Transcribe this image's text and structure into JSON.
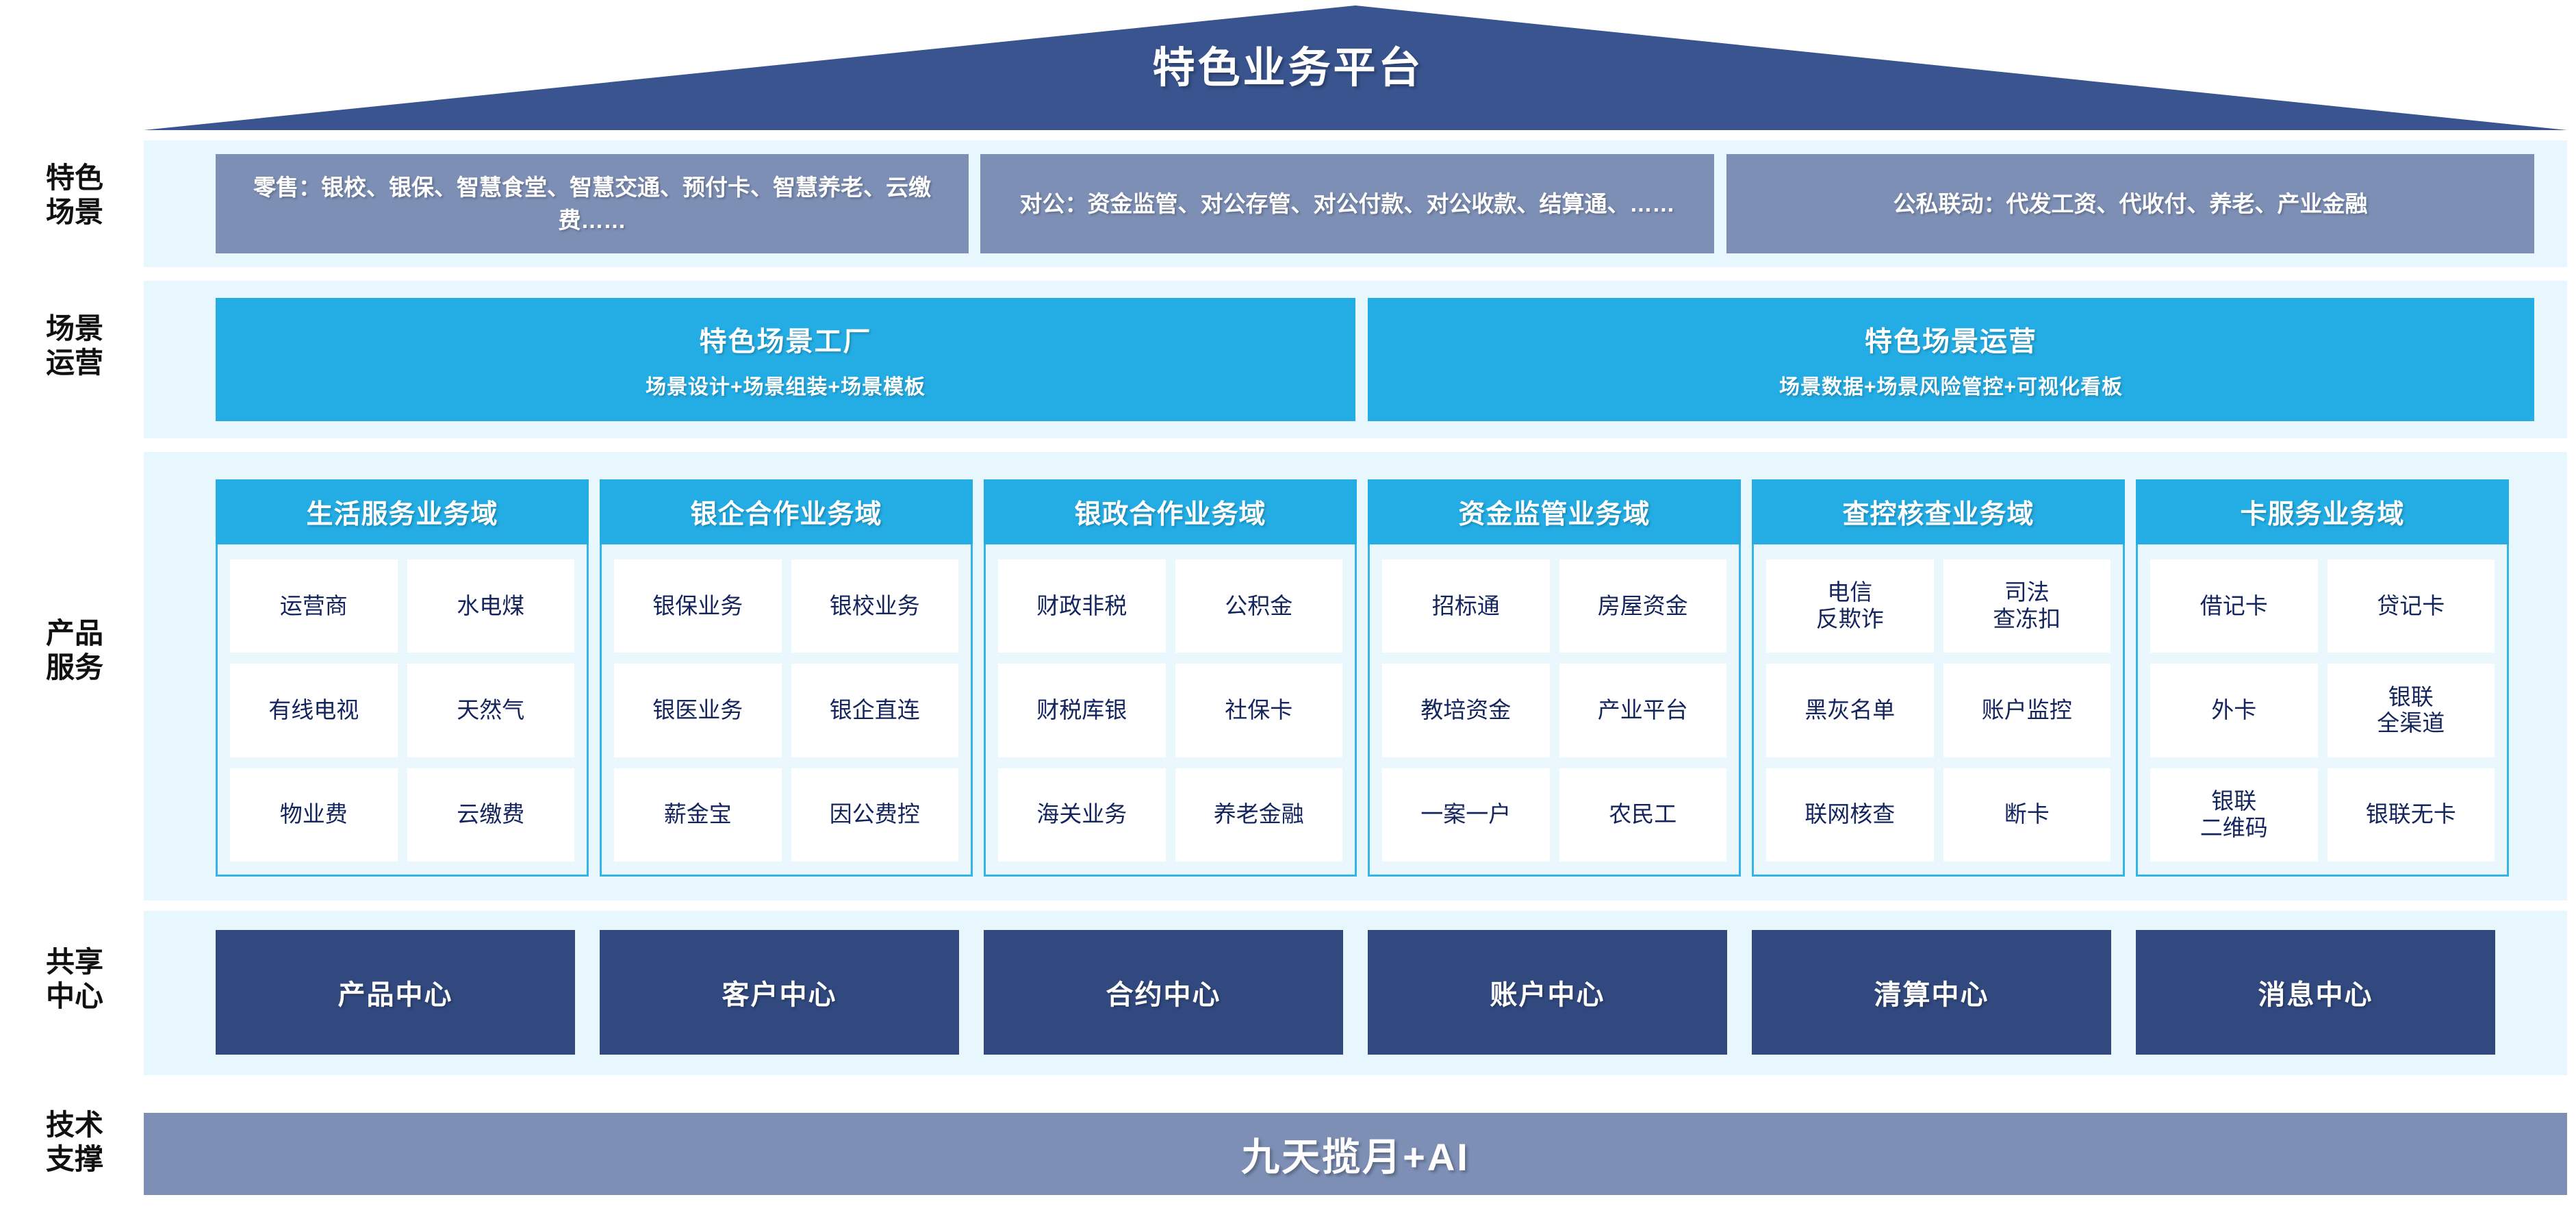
{
  "header": {
    "title": "特色业务平台"
  },
  "colors": {
    "roof": "#39548f",
    "scene_box": "#7d8fb5",
    "cyan": "#23ade4",
    "band": "#e8f6fd",
    "center": "#31497f",
    "tech": "#7d8fb5",
    "cell_text": "#14255e"
  },
  "rows": {
    "scene": {
      "label": "特色\n场景",
      "boxes": [
        {
          "text": "零售：银校、银保、智慧食堂、智慧交通、预付卡、智慧养老、云缴费……"
        },
        {
          "text": "对公：资金监管、对公存管、对公付款、对公收款、结算通、……"
        },
        {
          "text": "公私联动：代发工资、代收付、养老、产业金融"
        }
      ]
    },
    "operation": {
      "label": "场景\n运营",
      "boxes": [
        {
          "title": "特色场景工厂",
          "subtitle": "场景设计+场景组装+场景模板"
        },
        {
          "title": "特色场景运营",
          "subtitle": "场景数据+场景风险管控+可视化看板"
        }
      ]
    },
    "product": {
      "label": "产品\n服务",
      "domains": [
        {
          "title": "生活服务业务域",
          "cells": [
            "运营商",
            "水电煤",
            "有线电视",
            "天然气",
            "物业费",
            "云缴费"
          ]
        },
        {
          "title": "银企合作业务域",
          "cells": [
            "银保业务",
            "银校业务",
            "银医业务",
            "银企直连",
            "薪金宝",
            "因公费控"
          ]
        },
        {
          "title": "银政合作业务域",
          "cells": [
            "财政非税",
            "公积金",
            "财税库银",
            "社保卡",
            "海关业务",
            "养老金融"
          ]
        },
        {
          "title": "资金监管业务域",
          "cells": [
            "招标通",
            "房屋资金",
            "教培资金",
            "产业平台",
            "一案一户",
            "农民工"
          ]
        },
        {
          "title": "查控核查业务域",
          "cells": [
            "电信\n反欺诈",
            "司法\n查冻扣",
            "黑灰名单",
            "账户监控",
            "联网核查",
            "断卡"
          ]
        },
        {
          "title": "卡服务业务域",
          "cells": [
            "借记卡",
            "贷记卡",
            "外卡",
            "银联\n全渠道",
            "银联\n二维码",
            "银联无卡"
          ]
        }
      ]
    },
    "shared": {
      "label": "共享\n中心",
      "centers": [
        "产品中心",
        "客户中心",
        "合约中心",
        "账户中心",
        "清算中心",
        "消息中心"
      ]
    },
    "tech": {
      "label": "技术\n支撑",
      "bar_text": "九天揽月+AI"
    }
  }
}
